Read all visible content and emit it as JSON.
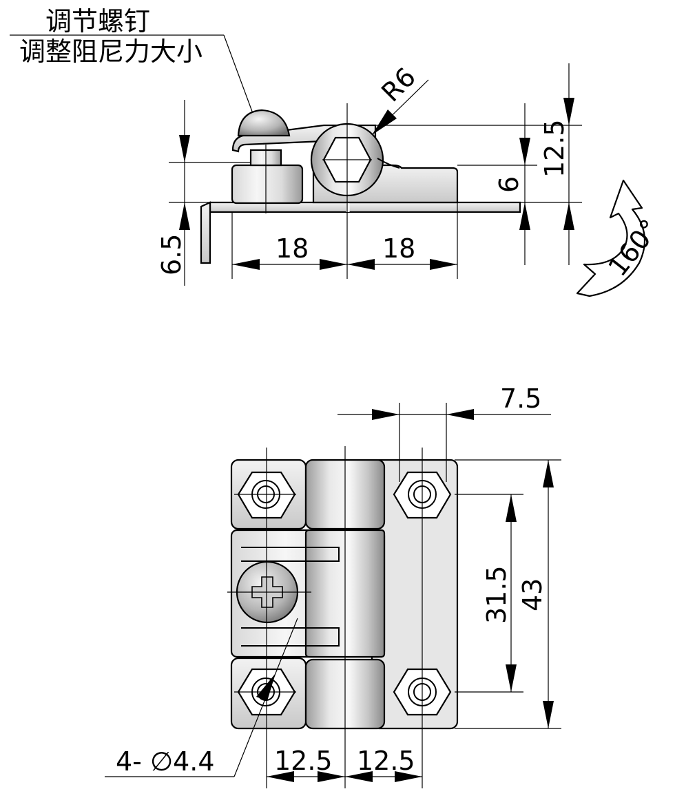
{
  "callout": {
    "line1": "调节螺钉",
    "line2": "调整阻尼力大小"
  },
  "side_view": {
    "radius": "R6",
    "height_total": "12.5",
    "height_body": "6",
    "height_plate": "6.5",
    "width_left": "18",
    "width_right": "18",
    "rotation": "160°"
  },
  "top_view": {
    "hole_offset": "7.5",
    "hole_spacing_v": "31.5",
    "overall_height": "43",
    "holes": "4- ∅4.4",
    "hole_spacing_left": "12.5",
    "hole_spacing_right": "12.5"
  }
}
